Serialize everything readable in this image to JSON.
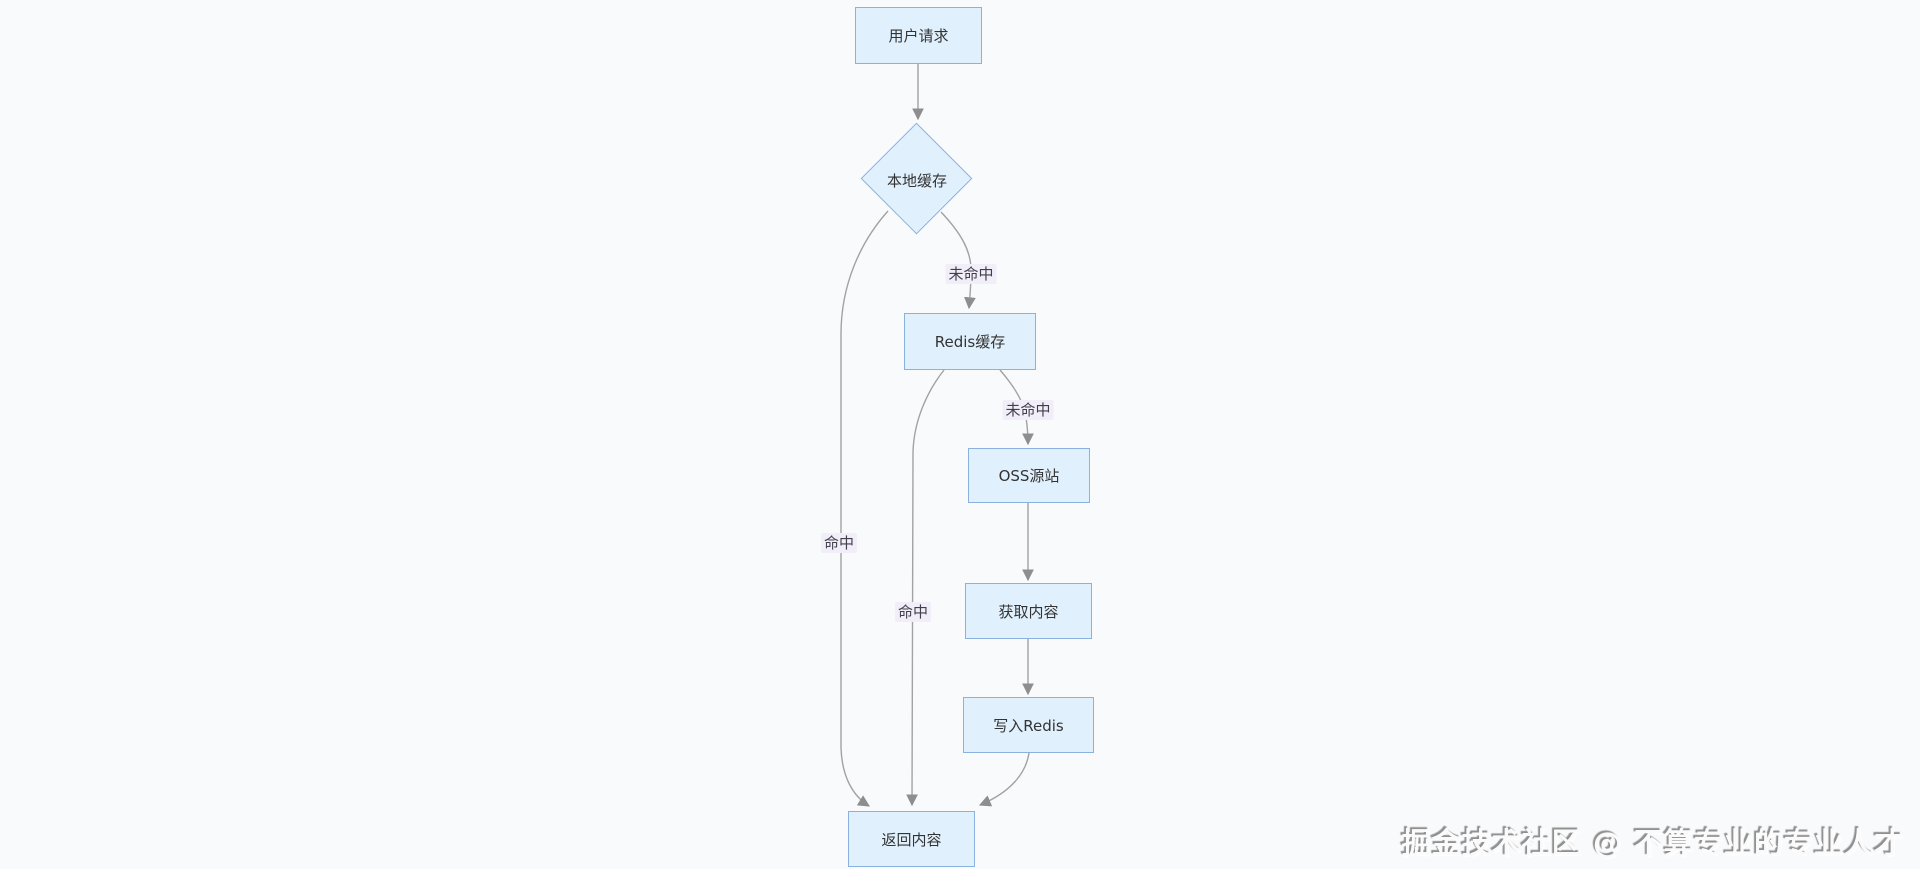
{
  "page": {
    "background_color": "#f8fafc",
    "footer_strip_color": "#ffffff"
  },
  "watermark": {
    "text": "掘金技术社区 @ 不算专业的专业人才"
  },
  "flowchart": {
    "type": "flowchart",
    "colors": {
      "node_fill": "#e1f0fd",
      "node_border": "#8ab1e0",
      "node_text": "#333333",
      "edge_line": "#a2a2a2",
      "arrowhead": "#8e8e8e",
      "edge_label_bg": "#f2eef9",
      "edge_label_text": "#404049"
    },
    "nodes": [
      {
        "id": "user-request",
        "label": "用户请求",
        "shape": "rect"
      },
      {
        "id": "local-cache",
        "label": "本地缓存",
        "shape": "diamond"
      },
      {
        "id": "redis-cache",
        "label": "Redis缓存",
        "shape": "rect"
      },
      {
        "id": "oss-origin",
        "label": "OSS源站",
        "shape": "rect"
      },
      {
        "id": "fetch-content",
        "label": "获取内容",
        "shape": "rect"
      },
      {
        "id": "write-redis",
        "label": "写入Redis",
        "shape": "rect"
      },
      {
        "id": "return-content",
        "label": "返回内容",
        "shape": "rect"
      }
    ],
    "edges": [
      {
        "from": "用户请求",
        "to": "本地缓存",
        "label": ""
      },
      {
        "from": "本地缓存",
        "to": "Redis缓存",
        "label": "未命中"
      },
      {
        "from": "本地缓存",
        "to": "返回内容",
        "label": "命中"
      },
      {
        "from": "Redis缓存",
        "to": "OSS源站",
        "label": "未命中"
      },
      {
        "from": "Redis缓存",
        "to": "返回内容",
        "label": "命中"
      },
      {
        "from": "OSS源站",
        "to": "获取内容",
        "label": ""
      },
      {
        "from": "获取内容",
        "to": "写入Redis",
        "label": ""
      },
      {
        "from": "写入Redis",
        "to": "返回内容",
        "label": ""
      }
    ]
  }
}
